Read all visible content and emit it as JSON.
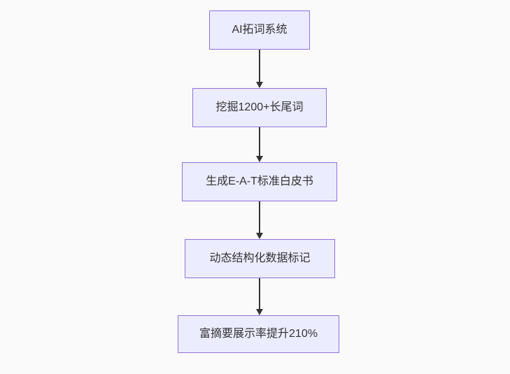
{
  "canvas": {
    "background": "#fafafa"
  },
  "flowchart": {
    "type": "flowchart",
    "direction": "top-down",
    "node_fill": "#ECECFF",
    "node_border": "#9370DB",
    "edge_color": "#333333",
    "text_color": "#333333",
    "nodes": [
      {
        "id": "A",
        "label": "AI拓词系统"
      },
      {
        "id": "B",
        "label": "挖掘1200+长尾词"
      },
      {
        "id": "C",
        "label": "生成E-A-T标准白皮书"
      },
      {
        "id": "D",
        "label": "动态结构化数据标记"
      },
      {
        "id": "E",
        "label": "富摘要展示率提升210%"
      }
    ],
    "edges": [
      {
        "from": "A",
        "to": "B"
      },
      {
        "from": "B",
        "to": "C"
      },
      {
        "from": "C",
        "to": "D"
      },
      {
        "from": "D",
        "to": "E"
      }
    ]
  }
}
